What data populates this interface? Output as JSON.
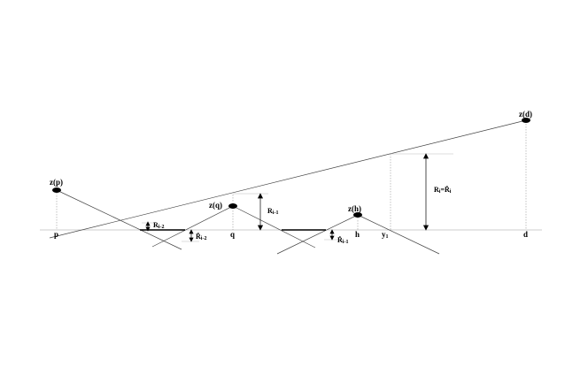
{
  "points": {
    "zp": "z(p)",
    "zq": "z(q)",
    "zh": "z(h)",
    "zd": "z(d)"
  },
  "axis_labels": {
    "p": "p",
    "q": "q",
    "h": "h",
    "y": "y",
    "y_sub": "1",
    "d": "d"
  },
  "measures": {
    "ri2": {
      "main": "R",
      "sub": "i-2"
    },
    "rhat_i2": {
      "main": "R̂",
      "sub": "i-2"
    },
    "ri1": {
      "main": "R",
      "sub": "i-1"
    },
    "rhat_i1": {
      "main": "R̂",
      "sub": "i-1"
    },
    "ri": {
      "main": "R",
      "sub": "i",
      "eq": "=R̂",
      "sub2": "i"
    }
  }
}
